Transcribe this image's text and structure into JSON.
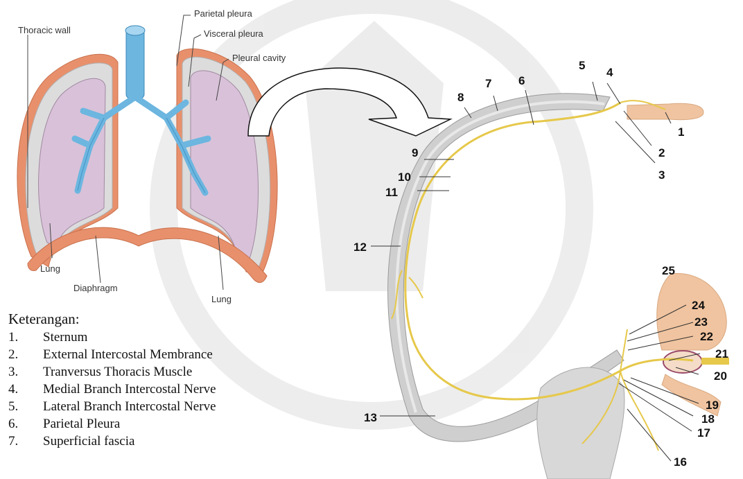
{
  "left_diagram": {
    "labels": {
      "thoracic_wall": "Thoracic wall",
      "parietal_pleura": "Parietal pleura",
      "visceral_pleura": "Visceral pleura",
      "pleural_cavity": "Pleural cavity",
      "lung_left": "Lung",
      "lung_right": "Lung",
      "diaphragm": "Diaphragm"
    },
    "colors": {
      "pleura": "#e8906c",
      "lung": "#d9c2d9",
      "bronchi": "#6cb6e0",
      "trachea": "#5aa8d8"
    }
  },
  "right_diagram": {
    "numbers": [
      "1",
      "2",
      "3",
      "4",
      "5",
      "6",
      "7",
      "8",
      "9",
      "10",
      "11",
      "12",
      "13",
      "16",
      "17",
      "18",
      "19",
      "20",
      "21",
      "22",
      "23",
      "24",
      "25"
    ],
    "colors": {
      "nerve": "#e6c84a",
      "tissue": "#c8c8c8",
      "sternum": "#f0c4a0"
    }
  },
  "legend": {
    "title": "Keterangan:",
    "items": [
      {
        "n": "1.",
        "text": "Sternum"
      },
      {
        "n": "2.",
        "text": "External Intercostal Membrance"
      },
      {
        "n": "3.",
        "text": "Tranversus Thoracis Muscle"
      },
      {
        "n": "4.",
        "text": "Medial Branch Intercostal Nerve"
      },
      {
        "n": "5.",
        "text": "Lateral Branch Intercostal Nerve"
      },
      {
        "n": "6.",
        "text": "Parietal Pleura"
      },
      {
        "n": "7.",
        "text": "Superficial fascia"
      }
    ]
  }
}
